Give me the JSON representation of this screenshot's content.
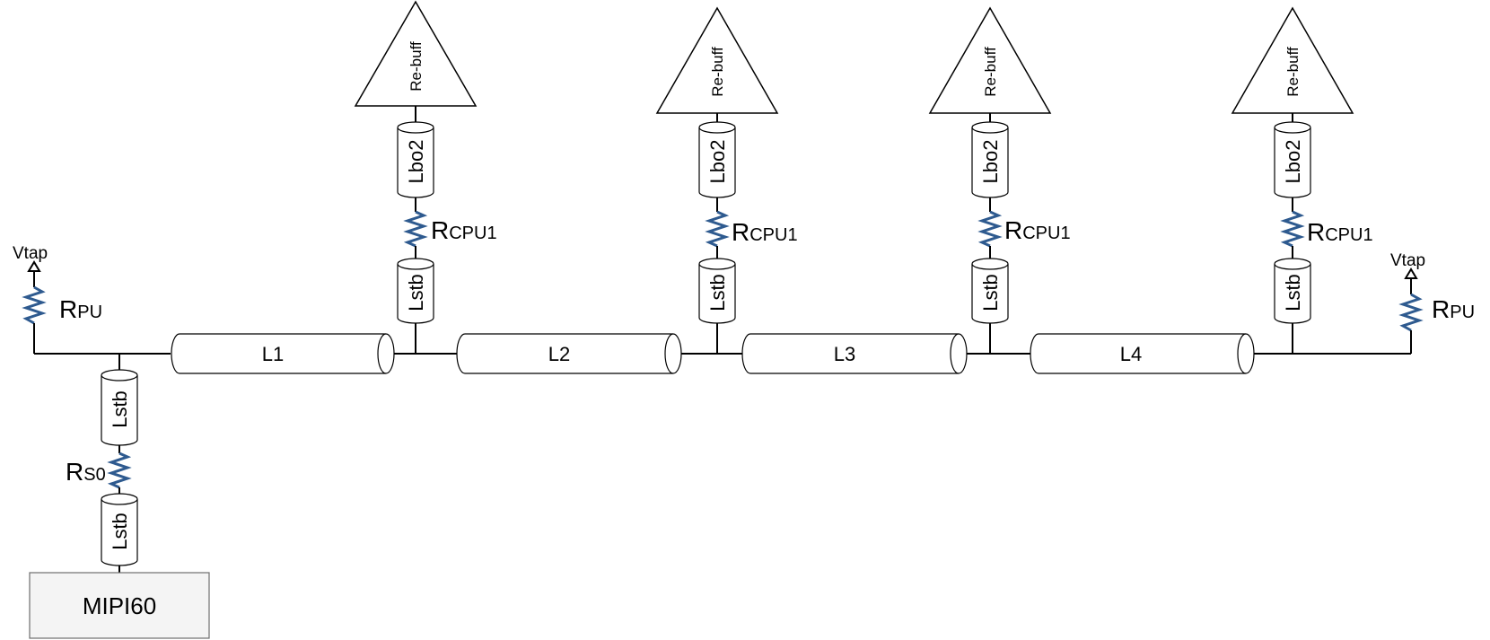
{
  "trunk_lines": [
    "L1",
    "L2",
    "L3",
    "L4"
  ],
  "branches": [
    {
      "buffer": "Re-buff",
      "upper_stub": "Lbo2",
      "resistor_main": "R",
      "resistor_sub": "CPU1",
      "lower_stub": "Lstb"
    },
    {
      "buffer": "Re-buff",
      "upper_stub": "Lbo2",
      "resistor_main": "R",
      "resistor_sub": "CPU1",
      "lower_stub": "Lstb"
    },
    {
      "buffer": "Re-buff",
      "upper_stub": "Lbo2",
      "resistor_main": "R",
      "resistor_sub": "CPU1",
      "lower_stub": "Lstb"
    },
    {
      "buffer": "Re-buff",
      "upper_stub": "Lbo2",
      "resistor_main": "R",
      "resistor_sub": "CPU1",
      "lower_stub": "Lstb"
    }
  ],
  "left_pullup": {
    "supply": "Vtap",
    "resistor_main": "R",
    "resistor_sub": "PU"
  },
  "right_pullup": {
    "supply": "Vtap",
    "resistor_main": "R",
    "resistor_sub": "PU"
  },
  "source": {
    "upper_stub": "Lstb",
    "resistor_main": "R",
    "resistor_sub": "S0",
    "lower_stub": "Lstb",
    "block": "MIPI60"
  }
}
